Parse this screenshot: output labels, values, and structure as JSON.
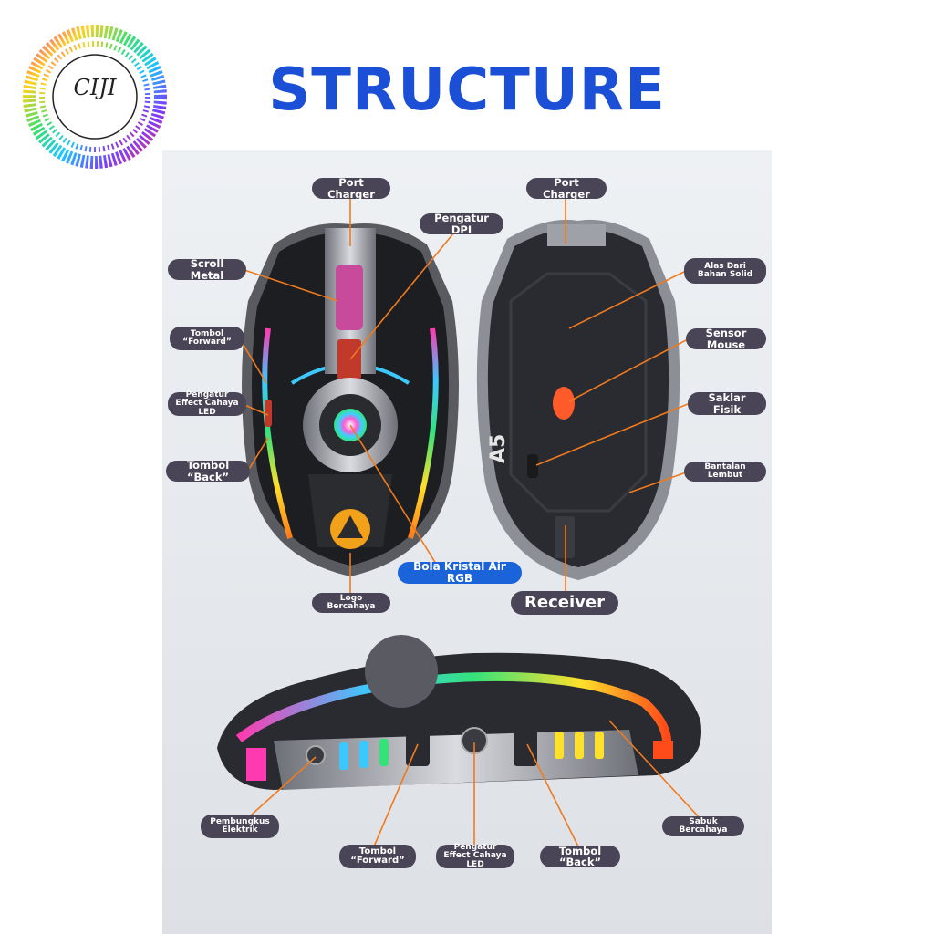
{
  "brand": {
    "name": "CIJI"
  },
  "title": "STRUCTURE",
  "labels": {
    "port_charger_left": "Port Charger",
    "pengatur_dpi": "Pengatur DPI",
    "scroll_metal": "Scroll Metal",
    "tombol_forward_top": "Tombol “Forward”",
    "pengatur_effect_top": "Pengatur Effect Cahaya LED",
    "tombol_back_top": "Tombol “Back”",
    "logo_bercahaya": "Logo Bercahaya",
    "bola_kristal": "Bola Kristal Air RGB",
    "port_charger_right": "Port Charger",
    "alas_dari": "Alas Dari Bahan Solid",
    "sensor_mouse": "Sensor Mouse",
    "saklar_fisik": "Saklar Fisik",
    "bantalan_lembut": "Bantalan Lembut",
    "receiver": "Receiver",
    "pembungkus_elektrik": "Pembungkus Elektrik",
    "tombol_forward_bottom": "Tombol “Forward”",
    "pengatur_effect_bottom": "Pengatur Effect Cahaya LED",
    "tombol_back_bottom": "Tombol “Back”",
    "sabuk_bercahaya": "Sabuk Bercahaya"
  },
  "mouse_bottom_text": "A5",
  "colors": {
    "title": "#1a4fd6",
    "label_bg": "#4a4457",
    "leader": "#f07a1e",
    "accent_blue": "#1a63d8"
  }
}
